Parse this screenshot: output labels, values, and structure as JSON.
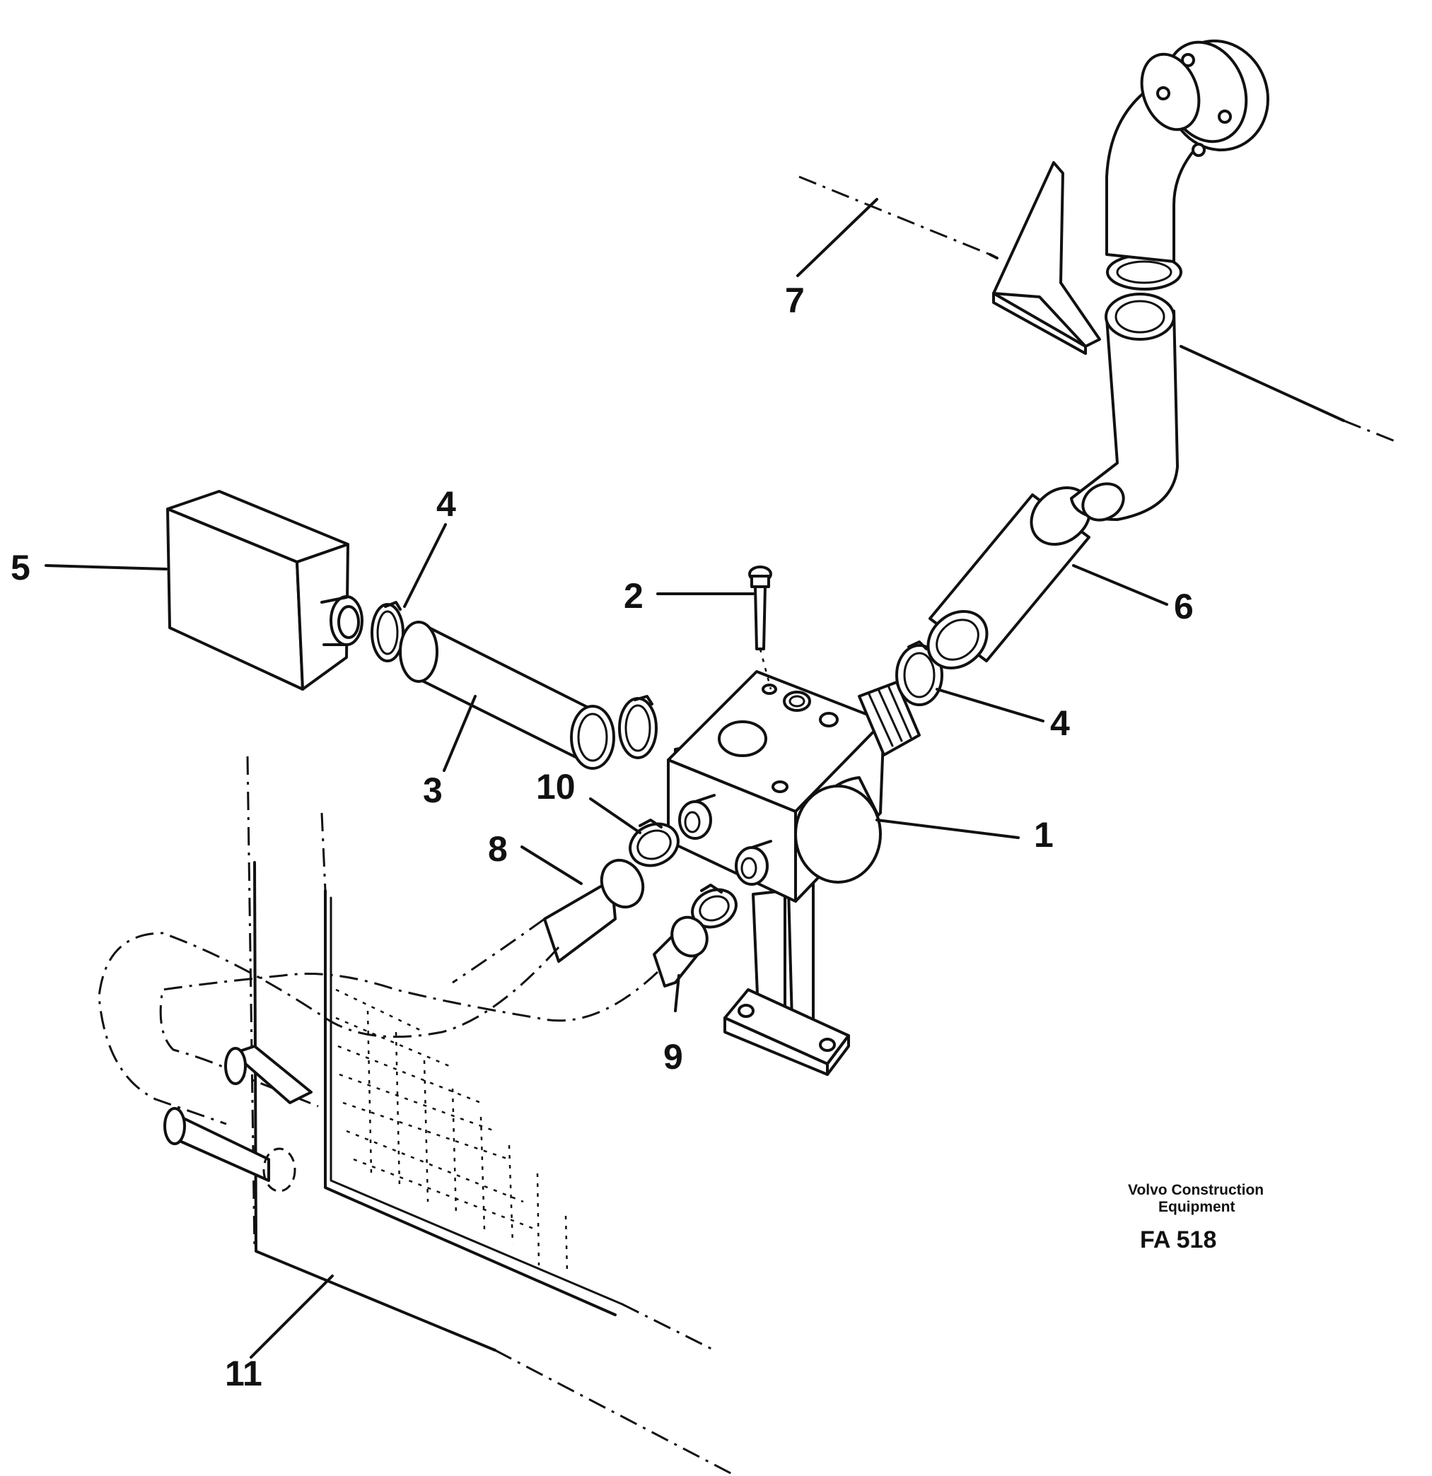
{
  "callouts": {
    "c1": "1",
    "c2": "2",
    "c3": "3",
    "c4a": "4",
    "c4b": "4",
    "c5": "5",
    "c6": "6",
    "c7": "7",
    "c8": "8",
    "c9": "9",
    "c10": "10",
    "c11": "11"
  },
  "footer": {
    "brand_line1": "Volvo Construction",
    "brand_line2": "Equipment",
    "figure_code": "FA 518"
  }
}
